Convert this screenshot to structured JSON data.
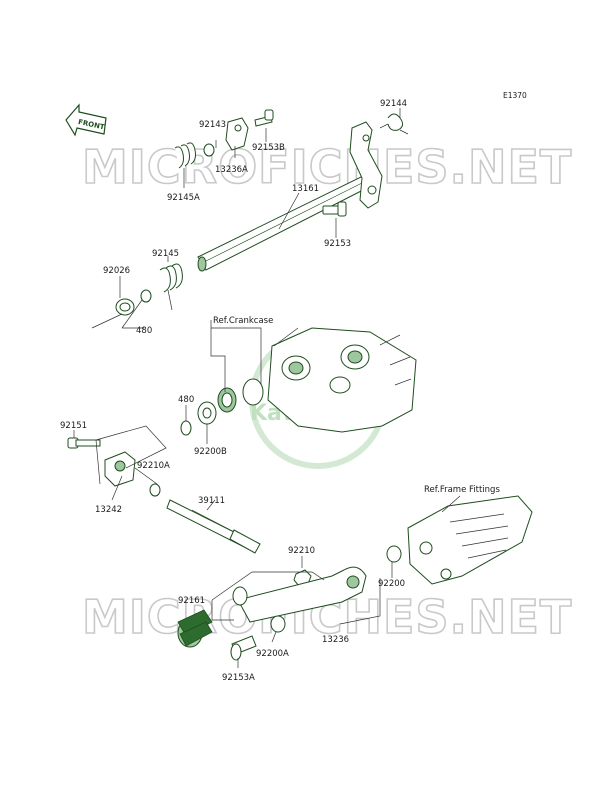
{
  "diagram_code": "E1370",
  "front_label": "FRONT",
  "watermark": "MICROFICHES.NET",
  "brand_watermark": "Kawasaki",
  "references": {
    "crankcase": "Ref.Crankcase",
    "frame_fittings": "Ref.Frame Fittings"
  },
  "part_labels": {
    "p92144": "92144",
    "p92143": "92143",
    "p92153B": "92153B",
    "p13236A": "13236A",
    "p92145A": "92145A",
    "p13161": "13161",
    "p92153": "92153",
    "p92145": "92145",
    "p92026": "92026",
    "p480a": "480",
    "p480b": "480",
    "p92200B": "92200B",
    "p92151": "92151",
    "p92210A": "92210A",
    "p13242": "13242",
    "p39111": "39111",
    "p92210": "92210",
    "p92200": "92200",
    "p92161": "92161",
    "p13236": "13236",
    "p92200A": "92200A",
    "p92153A": "92153A"
  }
}
